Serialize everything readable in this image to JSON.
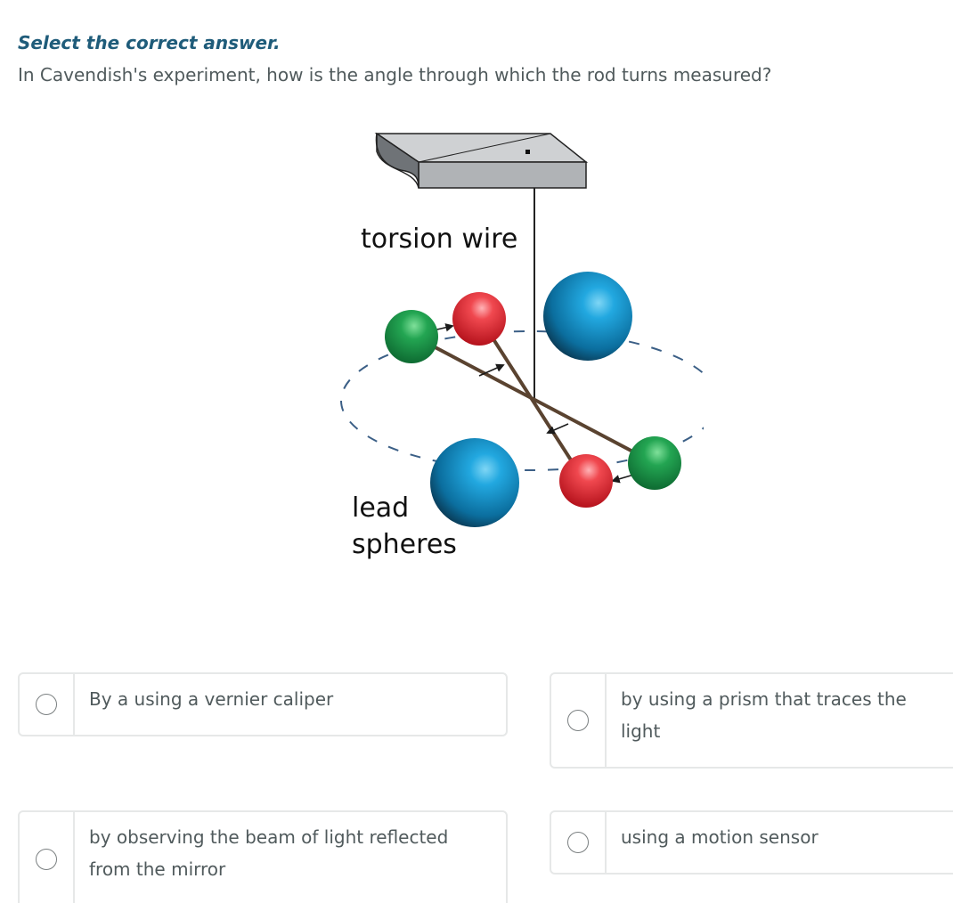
{
  "instruction": "Select the correct answer.",
  "question": "In Cavendish's experiment, how is the angle through which the rod turns measured?",
  "figure": {
    "labels": {
      "torsion_wire": "torsion wire",
      "lead_line1": "lead",
      "lead_line2": "spheres"
    },
    "colors": {
      "large_sphere": "#0f8ac4",
      "small_red": "#e0323a",
      "small_green": "#1f9a48",
      "rod": "#5a4330",
      "orbit": "#3b5f86"
    }
  },
  "options": [
    {
      "id": "a",
      "label": "By a using a vernier caliper"
    },
    {
      "id": "b",
      "label": "by using a prism that traces the light"
    },
    {
      "id": "c",
      "label": "by observing the beam of light reflected from the mirror"
    },
    {
      "id": "d",
      "label": "using a motion sensor"
    }
  ]
}
